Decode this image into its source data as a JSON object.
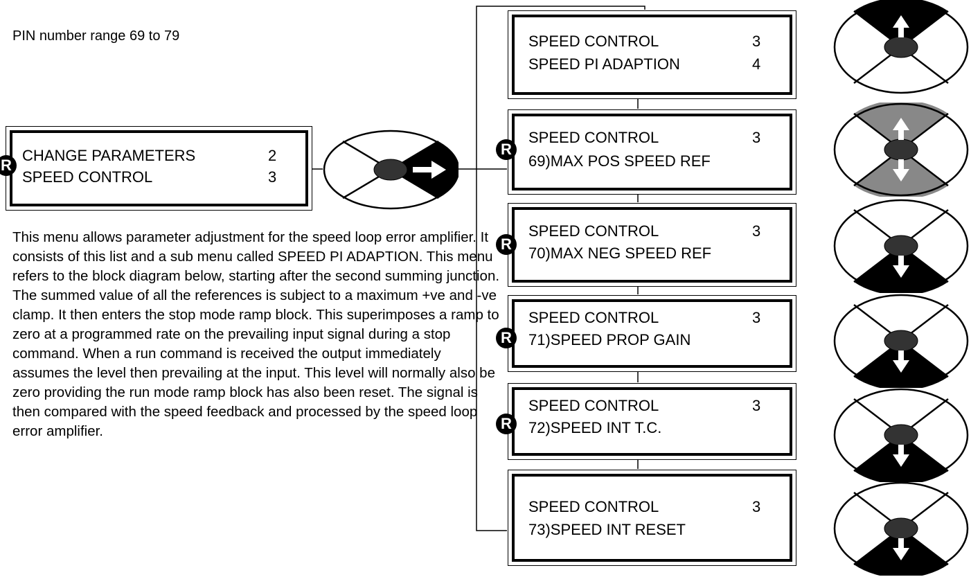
{
  "header": {
    "pin_range": "PIN number range 69 to 79"
  },
  "description": "This menu allows parameter adjustment for the speed loop error amplifier. It consists of this list and a sub menu called SPEED PI ADAPTION. This menu refers to the block diagram below, starting after the second summing junction. The summed value of all the references is subject to a maximum +ve and -ve clamp. It then enters the stop mode ramp block. This superimposes a ramp to zero at a programmed rate on the prevailing input signal during a stop command. When a run command is received the output immediately assumes the level then prevailing at the input. This level will normally also be zero providing the run mode ramp block has also been reset. The signal is then compared with the speed feedback and processed by the speed loop error amplifier.",
  "reset_badge": "R",
  "parent_menu": {
    "line1": "CHANGE PARAMETERS",
    "num1": "2",
    "line2": "SPEED CONTROL",
    "num2": "3"
  },
  "menus": [
    {
      "line1": "SPEED CONTROL",
      "num1": "3",
      "line2": "SPEED PI ADAPTION",
      "num2": "4",
      "has_reset": false
    },
    {
      "line1": "SPEED CONTROL",
      "num1": "3",
      "line2": "69)MAX POS SPEED REF",
      "num2": "",
      "has_reset": true
    },
    {
      "line1": "SPEED CONTROL",
      "num1": "3",
      "line2": "70)MAX NEG SPEED REF",
      "num2": "",
      "has_reset": true
    },
    {
      "line1": "SPEED CONTROL",
      "num1": "3",
      "line2": "71)SPEED PROP GAIN",
      "num2": "",
      "has_reset": true
    },
    {
      "line1": "SPEED CONTROL",
      "num1": "3",
      "line2": "72)SPEED INT T.C.",
      "num2": "",
      "has_reset": true
    },
    {
      "line1": "SPEED CONTROL",
      "num1": "3",
      "line2": "73)SPEED INT RESET",
      "num2": "",
      "has_reset": false
    }
  ],
  "keypads": [
    {
      "key": "right",
      "fill": "#000000"
    },
    {
      "key": "up",
      "fill": "#000000"
    },
    {
      "key": "up-down",
      "fill": "#888888"
    },
    {
      "key": "down",
      "fill": "#000000"
    },
    {
      "key": "down",
      "fill": "#000000"
    },
    {
      "key": "down",
      "fill": "#000000"
    },
    {
      "key": "down",
      "fill": "#000000"
    }
  ]
}
